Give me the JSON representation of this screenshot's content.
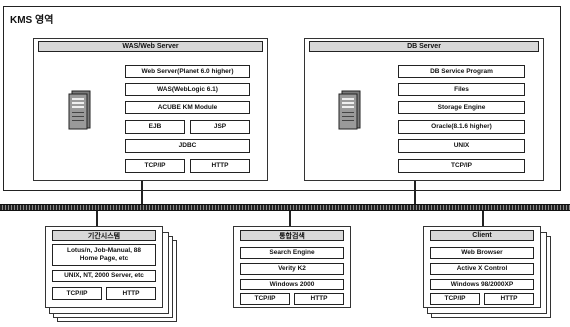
{
  "kms_region": {
    "title": "KMS 영역",
    "was_panel": {
      "header": "WAS/Web Server",
      "boxes": {
        "web_server": "Web Server(Planet 6.0 higher)",
        "was": "WAS(WebLogic 6.1)",
        "acube": "ACUBE KM Module",
        "ejb": "EJB",
        "jsp": "JSP",
        "jdbc": "JDBC",
        "tcpip": "TCP/IP",
        "http": "HTTP"
      },
      "icon": "server-tower-icon"
    },
    "db_panel": {
      "header": "DB Server",
      "boxes": {
        "program": "DB Service Program",
        "files": "Files",
        "storage": "Storage Engine",
        "oracle": "Oracle(8.1.6 higher)",
        "unix": "UNIX",
        "tcpip": "TCP/IP"
      },
      "icon": "server-tower-icon"
    }
  },
  "legacy": {
    "header": "기간시스템",
    "line1": "Lotus/n, Job-Manual, 88",
    "line2": "Home Page, etc",
    "os": "UNIX, NT, 2000 Server, etc",
    "tcpip": "TCP/IP",
    "http": "HTTP"
  },
  "search": {
    "header": "통합검색",
    "engine": "Search Engine",
    "verity": "Verity K2",
    "os": "Windows 2000",
    "tcpip": "TCP/IP",
    "http": "HTTP"
  },
  "client": {
    "header": "Client",
    "browser": "Web Browser",
    "activex": "Active X Control",
    "os": "Windows 98/2000XP",
    "tcpip": "TCP/IP",
    "http": "HTTP"
  },
  "colors": {
    "line": "#222222",
    "header_fill": "#d8d8d8",
    "background": "#ffffff"
  }
}
